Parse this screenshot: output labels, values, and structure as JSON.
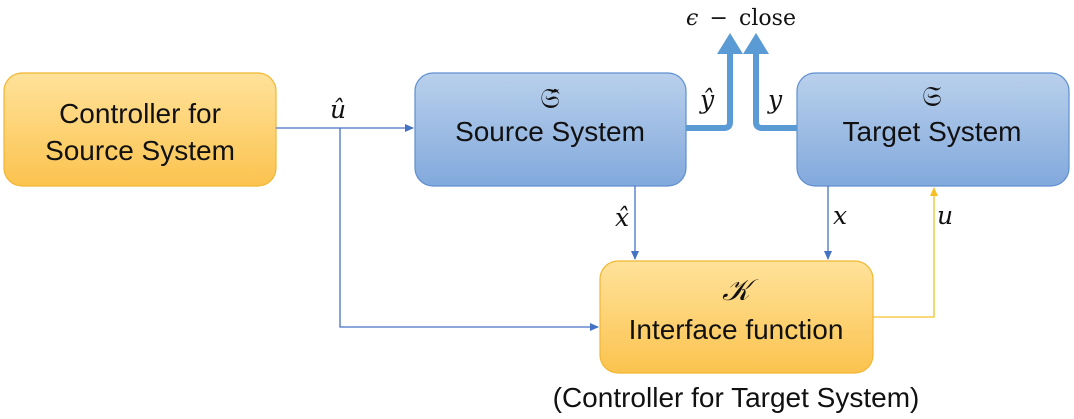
{
  "colors": {
    "orange_top": "#FFE29A",
    "orange_bottom": "#FBC34F",
    "orange_stroke": "#F2B632",
    "blue_top": "#B9D0EC",
    "blue_bottom": "#82A9DC",
    "blue_stroke": "#5F8FD0",
    "blue_line": "#4472C4",
    "blue_thick": "#5B9BD5",
    "yellow_line": "#F5C026"
  },
  "controller_source": {
    "line1": "Controller for",
    "line2": "Source System"
  },
  "source_system": {
    "symbol": "𝔖̂",
    "label": "Source System"
  },
  "target_system": {
    "symbol": "𝔖",
    "label": "Target System"
  },
  "interface": {
    "symbol": "𝒦",
    "label": "Interface function",
    "caption": "(Controller for Target System)"
  },
  "top_label": {
    "eps": "ϵ",
    "minus": "−",
    "word": "close"
  },
  "signals": {
    "u_hat": "û",
    "y_hat": "ŷ",
    "y": "y",
    "x_hat": "x̂",
    "x": "x",
    "u": "u"
  }
}
